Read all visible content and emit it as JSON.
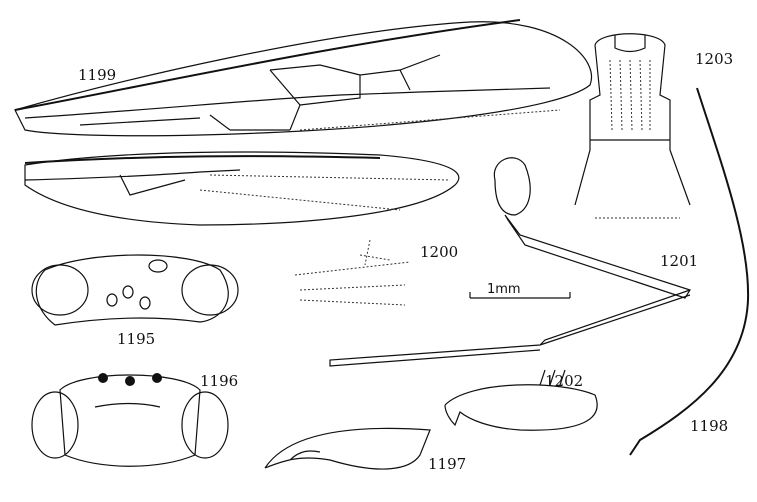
{
  "figure_labels": {
    "fore_wing": "1199",
    "propodeum": "1203",
    "head_front": "1195",
    "head_dorsal": "1196",
    "mandible": "1197",
    "wing_detail": "1200",
    "hind_leg": "1201",
    "coxa": "1202",
    "antenna": "1198"
  },
  "scale_bar": {
    "label": "1mm"
  }
}
